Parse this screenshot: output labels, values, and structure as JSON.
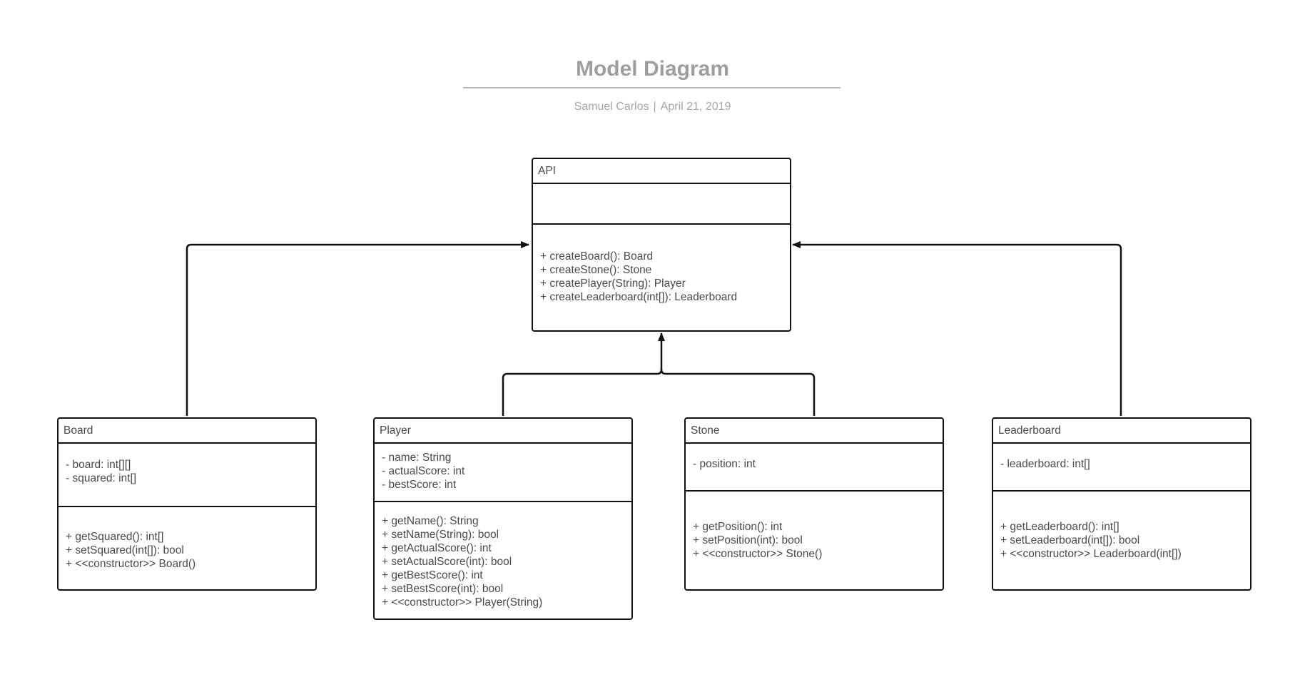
{
  "header": {
    "title": "Model Diagram",
    "author": "Samuel Carlos",
    "separator": "|",
    "date": "April 21, 2019"
  },
  "classes": {
    "api": {
      "name": "API",
      "attributes": [],
      "methods": [
        "+ createBoard(): Board",
        "+ createStone(): Stone",
        "+ createPlayer(String): Player",
        "+ createLeaderboard(int[]):  Leaderboard"
      ]
    },
    "board": {
      "name": "Board",
      "attributes": [
        "- board: int[][]",
        "- squared: int[]"
      ],
      "methods": [
        "+ getSquared(): int[]",
        "+ setSquared(int[]): bool",
        "+ <<constructor>> Board()"
      ]
    },
    "player": {
      "name": "Player",
      "attributes": [
        "- name: String",
        "- actualScore: int",
        "- bestScore: int"
      ],
      "methods": [
        "+ getName(): String",
        "+ setName(String): bool",
        "+ getActualScore(): int",
        "+ setActualScore(int): bool",
        "+ getBestScore(): int",
        "+ setBestScore(int): bool",
        "+ <<constructor>> Player(String)"
      ]
    },
    "stone": {
      "name": "Stone",
      "attributes": [
        "- position: int"
      ],
      "methods": [
        "+ getPosition(): int",
        "+ setPosition(int): bool",
        "+ <<constructor>> Stone()"
      ]
    },
    "leaderboard": {
      "name": "Leaderboard",
      "attributes": [
        "- leaderboard: int[]"
      ],
      "methods": [
        "+ getLeaderboard(): int[]",
        "+ setLeaderboard(int[]): bool",
        "+ <<constructor>> Leaderboard(int[])"
      ]
    }
  },
  "colors": {
    "border": "#111111",
    "text": "#4a4a4a",
    "title": "#9e9e9e",
    "subtitle": "#a5a5a5"
  }
}
